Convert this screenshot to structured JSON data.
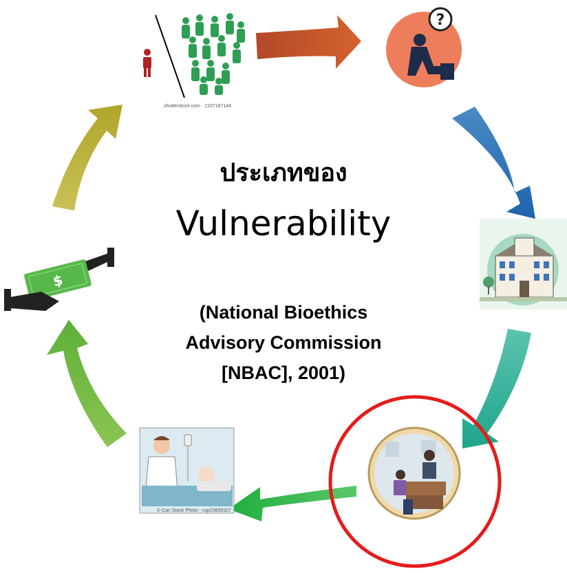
{
  "diagram": {
    "title_thai": "ประเภทของ",
    "title_main": "Vulnerability",
    "citation_lines": [
      "(National Bioethics",
      "Advisory Commission",
      "[NBAC], 2001)"
    ]
  },
  "nodes": [
    {
      "id": "minority",
      "icon": "crowd-with-isolated-person-icon",
      "caption": "shutterstock.com · 2107187144"
    },
    {
      "id": "cognitive",
      "icon": "thinking-person-question-mark-icon"
    },
    {
      "id": "institutional",
      "icon": "institution-building-icon"
    },
    {
      "id": "deferential",
      "icon": "doctor-patient-consultation-icon",
      "highlighted": true
    },
    {
      "id": "medical",
      "icon": "hospital-patient-bed-icon",
      "caption": "© Can Stock Photo - csp23656327"
    },
    {
      "id": "economic",
      "icon": "hands-exchanging-money-icon"
    }
  ],
  "colors": {
    "arrow_orange": "#C8552A",
    "arrow_blue": "#2F73B5",
    "arrow_teal": "#2EB09A",
    "arrow_green": "#2BB54B",
    "arrow_lightgreen": "#6DB83E",
    "arrow_olive": "#B7AE2E",
    "highlight_circle": "#E51B1B"
  }
}
